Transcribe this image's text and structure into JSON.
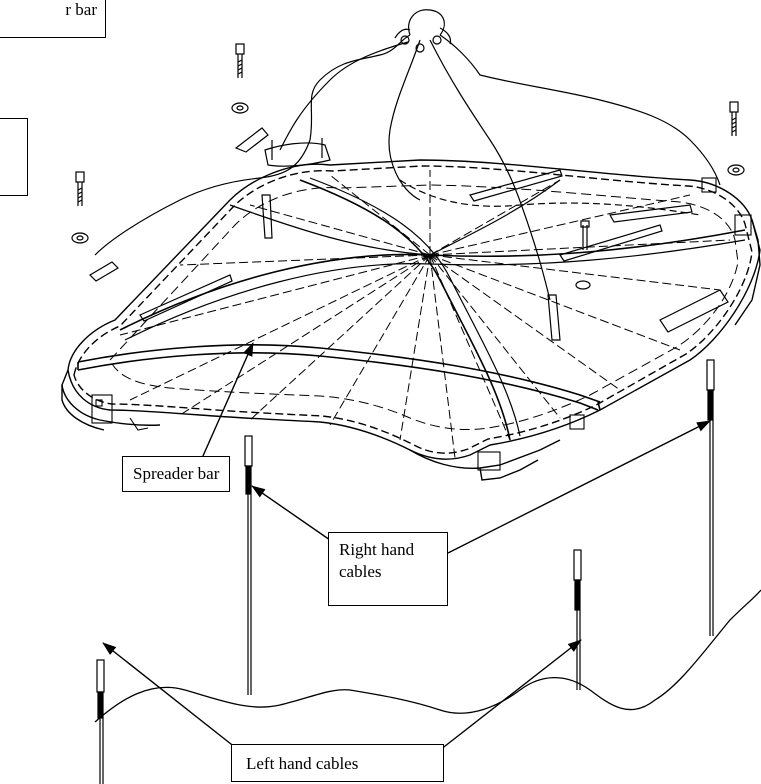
{
  "labels": {
    "top_partial": "r bar",
    "left_partial": "",
    "spreader_bar": "Spreader bar",
    "right_hand_cables": "Right hand\ncables",
    "left_hand_cables": "Left hand cables"
  },
  "colors": {
    "line": "#000000",
    "background": "#ffffff"
  }
}
